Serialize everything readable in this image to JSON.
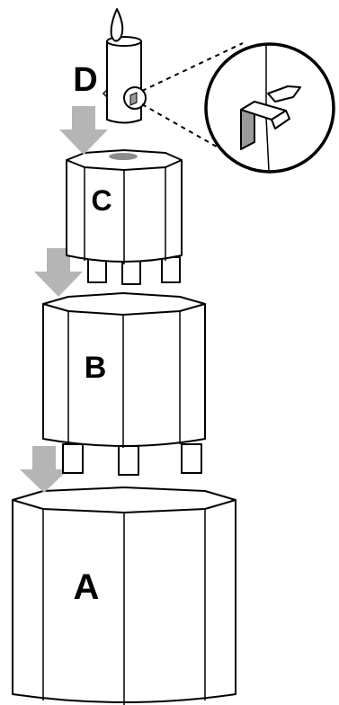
{
  "labels": {
    "a": "A",
    "b": "B",
    "c": "C",
    "d": "D"
  },
  "colors": {
    "arrow": "#b5b5b5",
    "stroke": "#000000",
    "tab_fill": "#9a9a9a",
    "disc_fill": "#8c8c8c"
  }
}
